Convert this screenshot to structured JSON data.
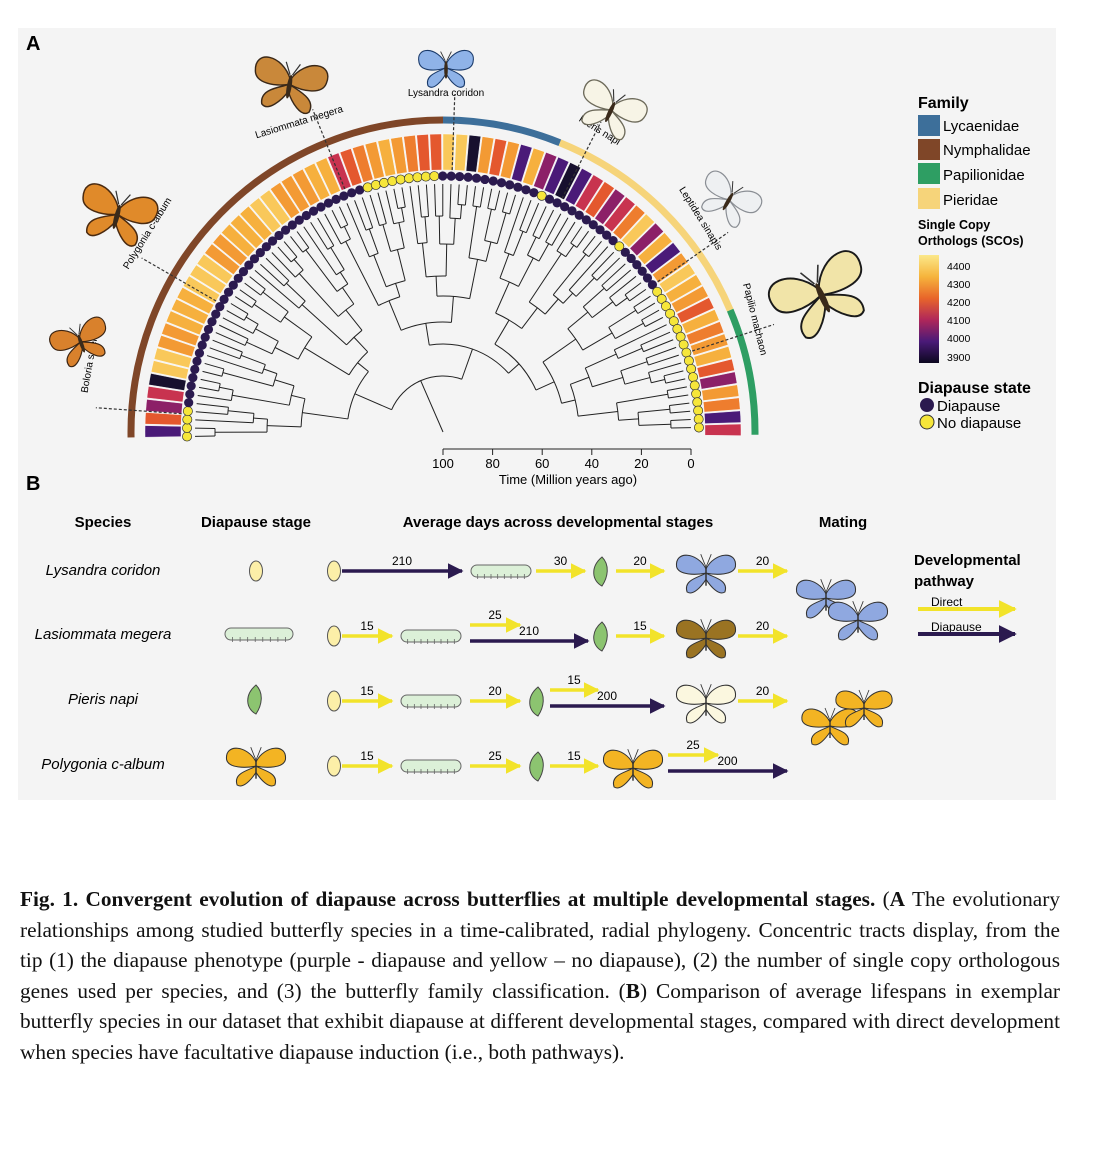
{
  "panelA": {
    "label": "A",
    "species_labels": [
      "Boloria selene",
      "Polygonia c-album",
      "Lasiommata megera",
      "Lysandra coridon",
      "Pieris napi",
      "Leptidea sinapis",
      "Papilio machaon"
    ],
    "time_axis": {
      "ticks": [
        "100",
        "80",
        "60",
        "40",
        "20",
        "0"
      ],
      "label": "Time (Million years ago)"
    },
    "legend": {
      "family_title": "Family",
      "families": [
        {
          "name": "Lycaenidae",
          "color": "#3d6f9a"
        },
        {
          "name": "Nymphalidae",
          "color": "#7f4628"
        },
        {
          "name": "Papilionidae",
          "color": "#2e9e63"
        },
        {
          "name": "Pieridae",
          "color": "#f6d47a"
        }
      ],
      "sco_title_1": "Single Copy",
      "sco_title_2": "Orthologs (SCOs)",
      "sco_ticks": [
        "4400",
        "4300",
        "4200",
        "4100",
        "4000",
        "3900"
      ],
      "diapause_title": "Diapause state",
      "diapause_items": [
        {
          "name": "Diapause",
          "color": "#2b1a4f"
        },
        {
          "name": "No diapause",
          "color": "#f6e63a"
        }
      ]
    }
  },
  "panelB": {
    "label": "B",
    "headers": {
      "species": "Species",
      "stage": "Diapause stage",
      "days": "Average days across developmental stages",
      "mating": "Mating"
    },
    "rows": [
      {
        "species": "Lysandra coridon",
        "stage_icon": "egg-icon",
        "days": [
          "210",
          "30",
          "20",
          "20"
        ]
      },
      {
        "species": "Lasiommata megera",
        "stage_icon": "larva-icon",
        "days": [
          "15",
          "25",
          "210",
          "15",
          "20"
        ]
      },
      {
        "species": "Pieris napi",
        "stage_icon": "pupa-icon",
        "days": [
          "15",
          "20",
          "15",
          "200",
          "20"
        ]
      },
      {
        "species": "Polygonia c-album",
        "stage_icon": "adult-butterfly-icon",
        "days": [
          "15",
          "25",
          "15",
          "25",
          "200"
        ]
      }
    ],
    "pathway_legend": {
      "title_1": "Developmental",
      "title_2": "pathway",
      "direct": "Direct",
      "diapause": "Diapause"
    },
    "colors": {
      "direct": "#f2e32a",
      "diapause": "#2b1a4f"
    }
  },
  "caption": {
    "title": "Fig. 1. Convergent evolution of diapause across butterflies at multiple developmental stages.",
    "A_label": "A",
    "A_text": " The evolutionary relationships among studied butterfly species in a time-calibrated, radial phylogeny. Concentric tracts display, from the tip (1) the diapause phenotype (purple - diapause and yellow – no diapause), (2) the number of single copy orthologous genes used per species, and (3) the butterfly family classification. (",
    "B_label": "B",
    "B_text": ") Comparison of average lifespans in exemplar butterfly species in our dataset that exhibit diapause at different developmental stages, compared with direct development when species have facultative diapause induction (i.e., both pathways)."
  }
}
